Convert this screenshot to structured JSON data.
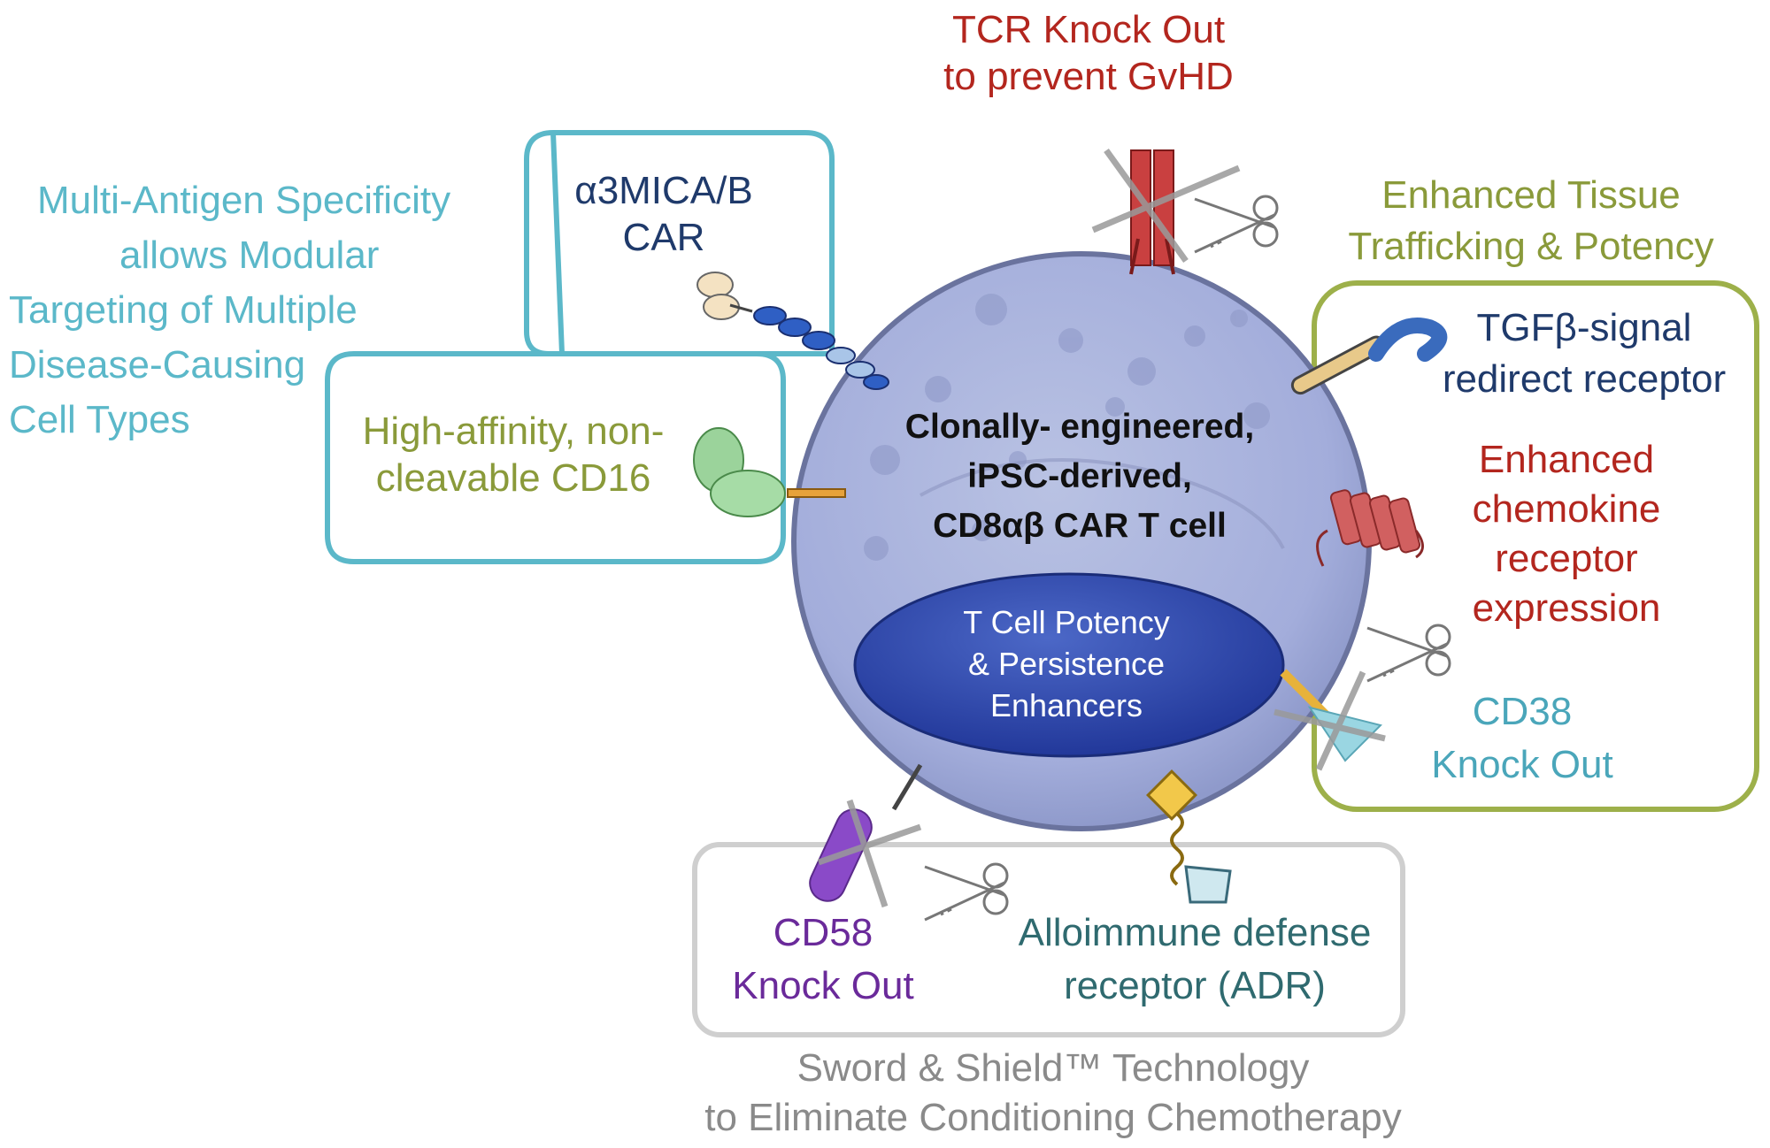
{
  "tcr_label": [
    "TCR Knock Out",
    "to prevent GvHD"
  ],
  "multi_antigen_label": [
    "Multi-Antigen Specificity",
    "allows Modular",
    "Targeting of Multiple",
    "Disease-Causing",
    "Cell Types"
  ],
  "car_label": [
    "α3MICA/B",
    "CAR"
  ],
  "cd16_label": [
    "High-affinity, non-",
    "cleavable CD16"
  ],
  "tissue_label": [
    "Enhanced Tissue",
    "Trafficking & Potency"
  ],
  "tgfb_label": [
    "TGFβ-signal",
    "redirect receptor"
  ],
  "chemokine_label": [
    "Enhanced",
    "chemokine",
    "receptor",
    "expression"
  ],
  "cd38_label": [
    "CD38",
    "Knock Out"
  ],
  "cell_label": [
    "Clonally- engineered,",
    "iPSC-derived,",
    "CD8αβ CAR T cell"
  ],
  "nucleus_label": [
    "T Cell Potency",
    "& Persistence",
    "Enhancers"
  ],
  "cd58_label": [
    "CD58",
    "Knock Out"
  ],
  "adr_label": [
    "Alloimmune defense",
    "receptor (ADR)"
  ],
  "sword_label": [
    "Sword & Shield™ Technology",
    "to Eliminate Conditioning Chemotherapy"
  ],
  "colors": {
    "tcr_red": "#b3261e",
    "multi_antigen_teal": "#5bb8c9",
    "tissue_olive": "#8a9a3a",
    "receptor_navy": "#1f3a6b",
    "cd58_purple": "#6a2a9a",
    "adr_teal": "#2f6a6f",
    "sword_grey": "#8a8a8a",
    "cell_fill": "#a9b3d8",
    "nucleus_fill": "#2f4aa8"
  },
  "icons": [
    "scissors-icon",
    "cross-out-icon"
  ]
}
